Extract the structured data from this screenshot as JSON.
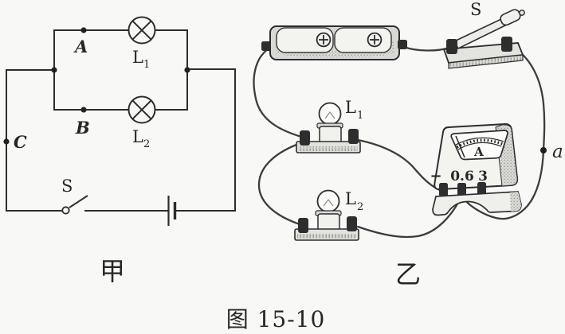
{
  "caption": "图 15-10",
  "schematic": {
    "panel_label": "甲",
    "point_a": "A",
    "point_b": "B",
    "point_c": "C",
    "switch_label": "S",
    "lamp1": {
      "base": "L",
      "sub": "1"
    },
    "lamp2": {
      "base": "L",
      "sub": "2"
    }
  },
  "pictorial": {
    "panel_label": "乙",
    "switch_label": "S",
    "point_a": "a",
    "lamp1": {
      "base": "L",
      "sub": "1"
    },
    "lamp2": {
      "base": "L",
      "sub": "2"
    },
    "ammeter": {
      "dial_letter": "A",
      "terminal_neg": "−",
      "terminal_mid": "0.6",
      "terminal_right": "3"
    }
  },
  "colors": {
    "ink": "#2d2d2d",
    "wire": "#3c3c3c",
    "fill_light": "#f3f3f0",
    "fill_mid": "#dfdfdb",
    "shadow": "#c2c2be",
    "paper": "#f8f8f6"
  }
}
